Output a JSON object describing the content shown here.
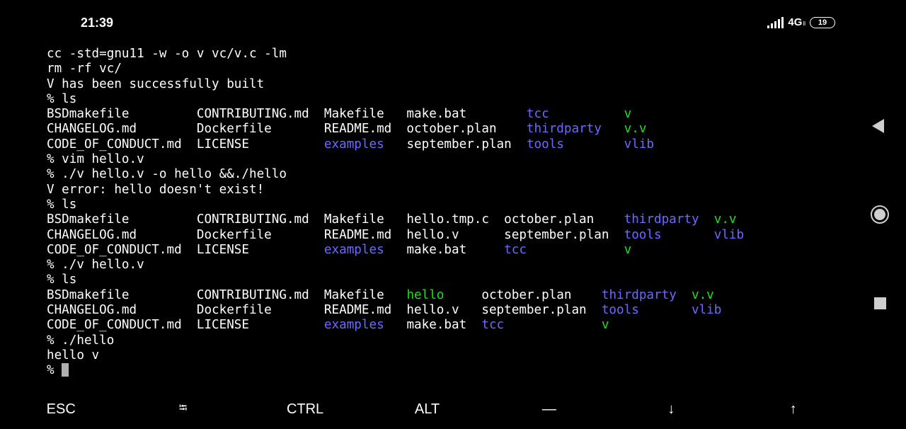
{
  "status": {
    "time": "21:39",
    "network": "4G",
    "network_sub": "ll",
    "battery": "19"
  },
  "terminal": {
    "lines": [
      [
        {
          "t": "cc -std=gnu11 -w -o v vc/v.c -lm",
          "c": ""
        }
      ],
      [
        {
          "t": "rm -rf vc/",
          "c": ""
        }
      ],
      [
        {
          "t": "V has been successfully built",
          "c": ""
        }
      ],
      [
        {
          "t": "% ls",
          "c": ""
        }
      ],
      [
        {
          "t": "BSDmakefile         CONTRIBUTING.md  Makefile   make.bat        ",
          "c": ""
        },
        {
          "t": "tcc",
          "c": "dir"
        },
        {
          "t": "          ",
          "c": ""
        },
        {
          "t": "v",
          "c": "exec"
        }
      ],
      [
        {
          "t": "CHANGELOG.md        Dockerfile       README.md  october.plan    ",
          "c": ""
        },
        {
          "t": "thirdparty",
          "c": "dir"
        },
        {
          "t": "   ",
          "c": ""
        },
        {
          "t": "v.v",
          "c": "exec"
        }
      ],
      [
        {
          "t": "CODE_OF_CONDUCT.md  LICENSE          ",
          "c": ""
        },
        {
          "t": "examples",
          "c": "dir"
        },
        {
          "t": "   september.plan  ",
          "c": ""
        },
        {
          "t": "tools",
          "c": "dir"
        },
        {
          "t": "        ",
          "c": ""
        },
        {
          "t": "vlib",
          "c": "dir"
        }
      ],
      [
        {
          "t": "% vim hello.v",
          "c": ""
        }
      ],
      [
        {
          "t": "% ./v hello.v -o hello &&./hello",
          "c": ""
        }
      ],
      [
        {
          "t": "V error: hello doesn't exist!",
          "c": ""
        }
      ],
      [
        {
          "t": "% ls",
          "c": ""
        }
      ],
      [
        {
          "t": "BSDmakefile         CONTRIBUTING.md  Makefile   hello.tmp.c  october.plan    ",
          "c": ""
        },
        {
          "t": "thirdparty",
          "c": "dir"
        },
        {
          "t": "  ",
          "c": ""
        },
        {
          "t": "v.v",
          "c": "exec"
        }
      ],
      [
        {
          "t": "CHANGELOG.md        Dockerfile       README.md  hello.v      september.plan  ",
          "c": ""
        },
        {
          "t": "tools",
          "c": "dir"
        },
        {
          "t": "       ",
          "c": ""
        },
        {
          "t": "vlib",
          "c": "dir"
        }
      ],
      [
        {
          "t": "CODE_OF_CONDUCT.md  LICENSE          ",
          "c": ""
        },
        {
          "t": "examples",
          "c": "dir"
        },
        {
          "t": "   make.bat     ",
          "c": ""
        },
        {
          "t": "tcc",
          "c": "dir"
        },
        {
          "t": "             ",
          "c": ""
        },
        {
          "t": "v",
          "c": "exec"
        }
      ],
      [
        {
          "t": "% ./v hello.v",
          "c": ""
        }
      ],
      [
        {
          "t": "% ls",
          "c": ""
        }
      ],
      [
        {
          "t": "BSDmakefile         CONTRIBUTING.md  Makefile   ",
          "c": ""
        },
        {
          "t": "hello",
          "c": "exec"
        },
        {
          "t": "     october.plan    ",
          "c": ""
        },
        {
          "t": "thirdparty",
          "c": "dir"
        },
        {
          "t": "  ",
          "c": ""
        },
        {
          "t": "v.v",
          "c": "exec"
        }
      ],
      [
        {
          "t": "CHANGELOG.md        Dockerfile       README.md  hello.v   september.plan  ",
          "c": ""
        },
        {
          "t": "tools",
          "c": "dir"
        },
        {
          "t": "       ",
          "c": ""
        },
        {
          "t": "vlib",
          "c": "dir"
        }
      ],
      [
        {
          "t": "CODE_OF_CONDUCT.md  LICENSE          ",
          "c": ""
        },
        {
          "t": "examples",
          "c": "dir"
        },
        {
          "t": "   make.bat  ",
          "c": ""
        },
        {
          "t": "tcc",
          "c": "dir"
        },
        {
          "t": "             ",
          "c": ""
        },
        {
          "t": "v",
          "c": "exec"
        }
      ],
      [
        {
          "t": "% ./hello",
          "c": ""
        }
      ],
      [
        {
          "t": "hello v",
          "c": ""
        }
      ]
    ],
    "prompt": "% "
  },
  "colors": {
    "background": "#000000",
    "text": "#ffffff",
    "directory": "#6b6bff",
    "executable": "#22dd22",
    "cursor": "#b0b0b0"
  },
  "extra_keys": [
    {
      "label": "ESC",
      "name": "esc-key"
    },
    {
      "label": "⭾",
      "name": "tab-key"
    },
    {
      "label": "CTRL",
      "name": "ctrl-key"
    },
    {
      "label": "ALT",
      "name": "alt-key"
    },
    {
      "label": "—",
      "name": "dash-key"
    },
    {
      "label": "↓",
      "name": "arrow-down-key"
    },
    {
      "label": "↑",
      "name": "arrow-up-key"
    }
  ],
  "nav": {
    "back_icon": "triangle-back-icon",
    "home_icon": "circle-home-icon",
    "recents_icon": "square-recents-icon"
  }
}
